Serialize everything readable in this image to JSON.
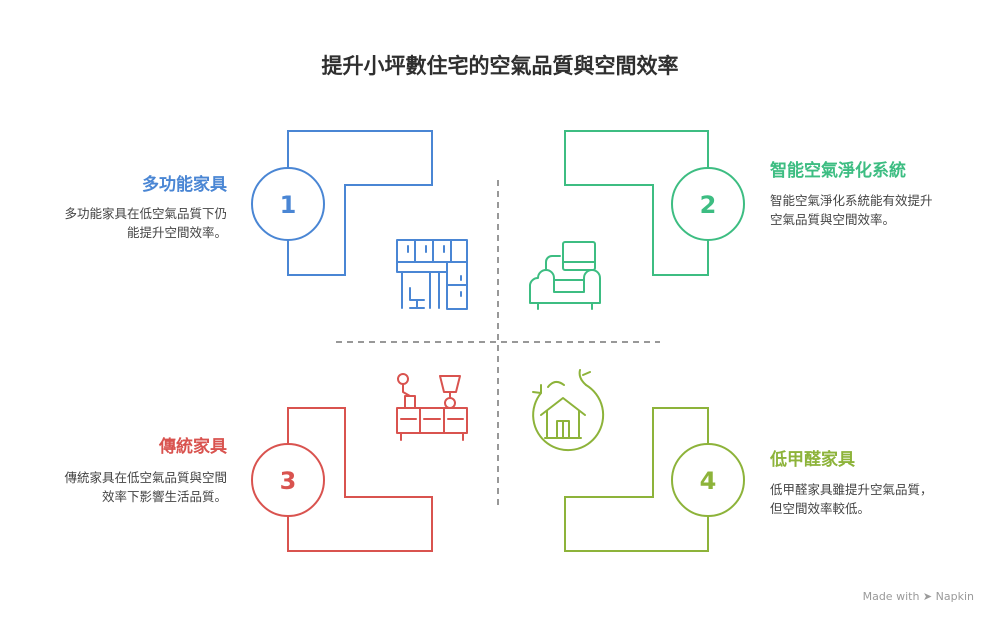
{
  "title": "提升小坪數住宅的空氣品質與空間效率",
  "colors": {
    "q1": "#4a86d4",
    "q2": "#3dbd82",
    "q3": "#d9534f",
    "q4": "#8db33a",
    "divider": "#777777"
  },
  "quadrants": [
    {
      "number": "1",
      "title": "多功能家具",
      "desc": "多功能家具在低空氣品質下仍能提升空間效率。",
      "icon": "furniture-icon"
    },
    {
      "number": "2",
      "title": "智能空氣淨化系統",
      "desc": "智能空氣淨化系統能有效提升空氣品質與空間效率。",
      "icon": "sofa-icon"
    },
    {
      "number": "3",
      "title": "傳統家具",
      "desc": "傳統家具在低空氣品質與空間效率下影響生活品質。",
      "icon": "tv-cabinet-icon"
    },
    {
      "number": "4",
      "title": "低甲醛家具",
      "desc": "低甲醛家具雖提升空氣品質，但空間效率較低。",
      "icon": "eco-house-icon"
    }
  ],
  "footer": {
    "made_with": "Made with",
    "brand": "Napkin"
  }
}
